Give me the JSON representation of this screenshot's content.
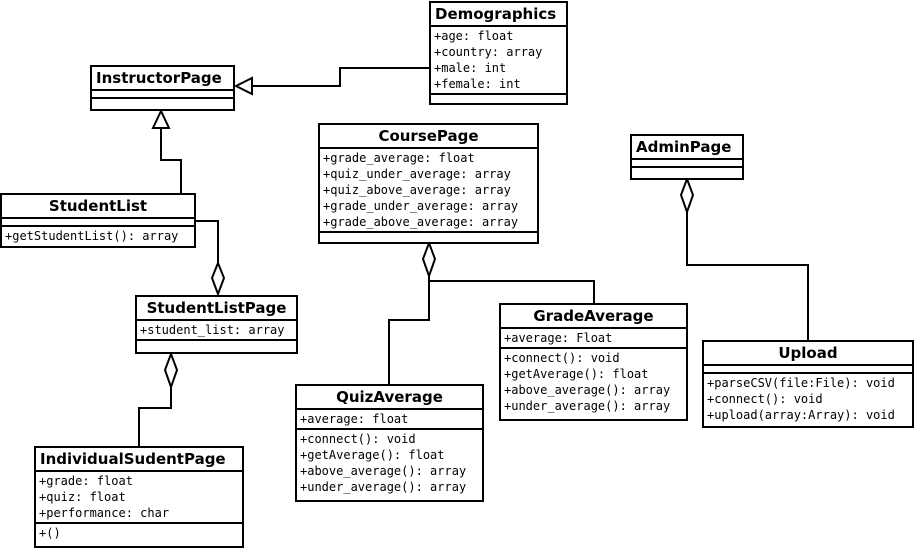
{
  "classes": {
    "demographics": {
      "name": "Demographics",
      "attributes": [
        "+age: float",
        "+country: array",
        "+male: int",
        "+female: int"
      ],
      "methods": []
    },
    "instructor_page": {
      "name": "InstructorPage",
      "attributes": [],
      "methods": []
    },
    "student_list": {
      "name": "StudentList",
      "attributes": [],
      "methods": [
        "+getStudentList(): array"
      ]
    },
    "student_list_page": {
      "name": "StudentListPage",
      "attributes": [
        "+student_list: array"
      ],
      "methods": []
    },
    "individual_sudent_page": {
      "name": "IndividualSudentPage",
      "attributes": [
        "+grade: float",
        "+quiz: float",
        "+performance: char"
      ],
      "methods": [
        "+()"
      ]
    },
    "course_page": {
      "name": "CoursePage",
      "attributes": [
        "+grade_average: float",
        "+quiz_under_average: array",
        "+quiz_above_average: array",
        "+grade_under_average: array",
        "+grade_above_average: array"
      ],
      "methods": []
    },
    "quiz_average": {
      "name": "QuizAverage",
      "attributes": [
        "+average: float"
      ],
      "methods": [
        "+connect(): void",
        "+getAverage(): float",
        "+above_average(): array",
        "+under_average(): array"
      ]
    },
    "grade_average": {
      "name": "GradeAverage",
      "attributes": [
        "+average: Float"
      ],
      "methods": [
        "+connect(): void",
        "+getAverage(): float",
        "+above_average(): array",
        "+under_average(): array"
      ]
    },
    "admin_page": {
      "name": "AdminPage",
      "attributes": [],
      "methods": []
    },
    "upload": {
      "name": "Upload",
      "attributes": [],
      "methods": [
        "+parseCSV(file:File): void",
        "+connect(): void",
        "+upload(array:Array): void"
      ]
    }
  }
}
